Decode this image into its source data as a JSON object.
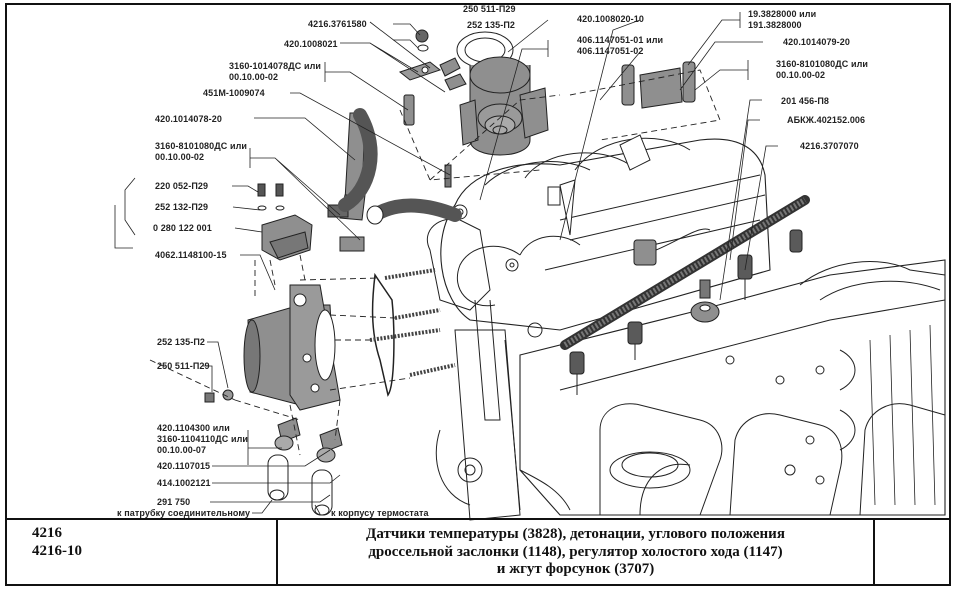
{
  "drawing": {
    "labels": {
      "clamp_plate": "4216.3761580",
      "washer_top_1": "250 511-П29",
      "washer_top_2": "252 135-П2",
      "bracket": "420.1008021",
      "hose_clamp_a_1": "3160-1014078ДС или",
      "hose_clamp_a_2": "00.10.00-02",
      "hose_451m": "451М-1009074",
      "hose_420_1014078": "420.1014078-20",
      "clamp_b_1": "3160-8101080ДС или",
      "clamp_b_2": "00.10.00-02",
      "screw_220": "220 052-П29",
      "washer_252_132": "252 132-П29",
      "tps_sensor": "0 280 122 001",
      "throttle_body": "4062.1148100-15",
      "washer_252_135": "252 135-П2",
      "nut_250_511": "250 511-П29",
      "hose_clamp_c_1": "420.1104300 или",
      "hose_clamp_c_2": "3160-1104110ДС или",
      "hose_clamp_c_3": "00.10.00-07",
      "clamp_420_1107015": "420.1107015",
      "hose_414": "414.1002121",
      "part_291_750": "291 750",
      "to_connecting_pipe": "к патрубку соединительному",
      "to_thermostat": "к корпусу термостата",
      "idle_valve_pipe": "420.1008020-10",
      "idle_regulator_1": "406.1147051-01 или",
      "idle_regulator_2": "406.1147051-02",
      "temp_sensor_1": "19.3828000 или",
      "temp_sensor_2": "191.3828000",
      "hose_420_1014079": "420.1014079-20",
      "clamp_d_1": "3160-8101080ДС или",
      "clamp_d_2": "00.10.00-02",
      "washer_201_456": "201 456-П8",
      "knock_sensor": "АБКЖ.402152.006",
      "injector_harness": "4216.3707070"
    }
  },
  "title_block": {
    "models": [
      "4216",
      "4216-10"
    ],
    "title_lines": [
      "Датчики температуры (3828), детонации, углового положения",
      "дроссельной заслонки (1148), регулятор холостого хода (1147)",
      "и жгут форсунок (3707)"
    ]
  },
  "colors": {
    "line": "#222222",
    "part_fill": "#8f8f8f",
    "part_fill_dark": "#5a5a5a",
    "paper": "#ffffff"
  }
}
